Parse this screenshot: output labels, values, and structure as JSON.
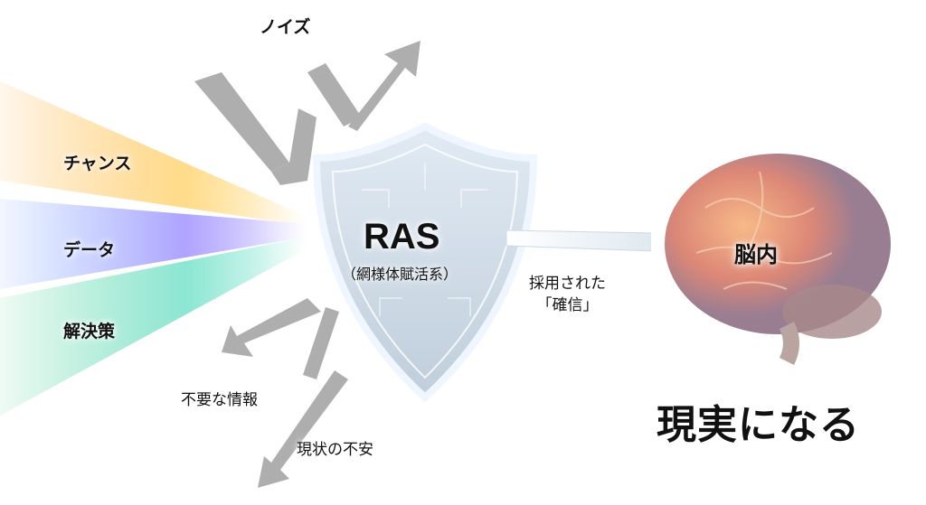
{
  "inputs": {
    "chance": "チャンス",
    "data": "データ",
    "solution": "解決策"
  },
  "noise": "ノイズ",
  "rejected": {
    "unnecessary": "不要な情報",
    "anxiety": "現状の不安"
  },
  "shield": {
    "title": "RAS",
    "subtitle": "（網様体賦活系）"
  },
  "output": {
    "line1": "採用された",
    "line2": "「確信」"
  },
  "brain": {
    "label": "脳内"
  },
  "result": "現実になる"
}
